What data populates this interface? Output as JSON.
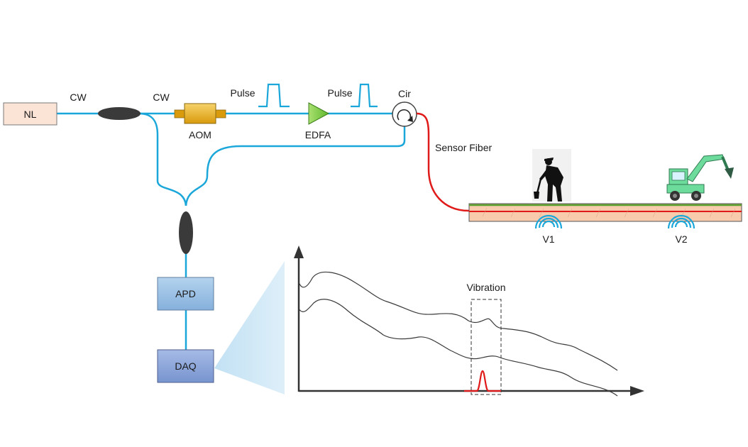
{
  "components": {
    "laser": "NL",
    "aom": "AOM",
    "edfa": "EDFA",
    "circulator": "Cir",
    "apd": "APD",
    "daq": "DAQ"
  },
  "signals": {
    "cw_1": "CW",
    "cw_2": "CW",
    "pulse_1": "Pulse",
    "pulse_2": "Pulse"
  },
  "fiber": {
    "sensor_label": "Sensor Fiber"
  },
  "vibration_sources": {
    "v1": "V1",
    "v2": "V2"
  },
  "trace_panel": {
    "event_label": "Vibration"
  },
  "colors": {
    "fiber_blue": "#1ba7d9",
    "sensor_red": "#e01919",
    "laser_fill": "#fbe3d6",
    "aom_fill": "#e6a817",
    "edfa_fill": "#8fd14f",
    "apd_fill": "#9dc3e6",
    "daq_fill": "#8faadc",
    "ground_fill": "#f8cbad",
    "excavator": "#6ddb9c"
  }
}
